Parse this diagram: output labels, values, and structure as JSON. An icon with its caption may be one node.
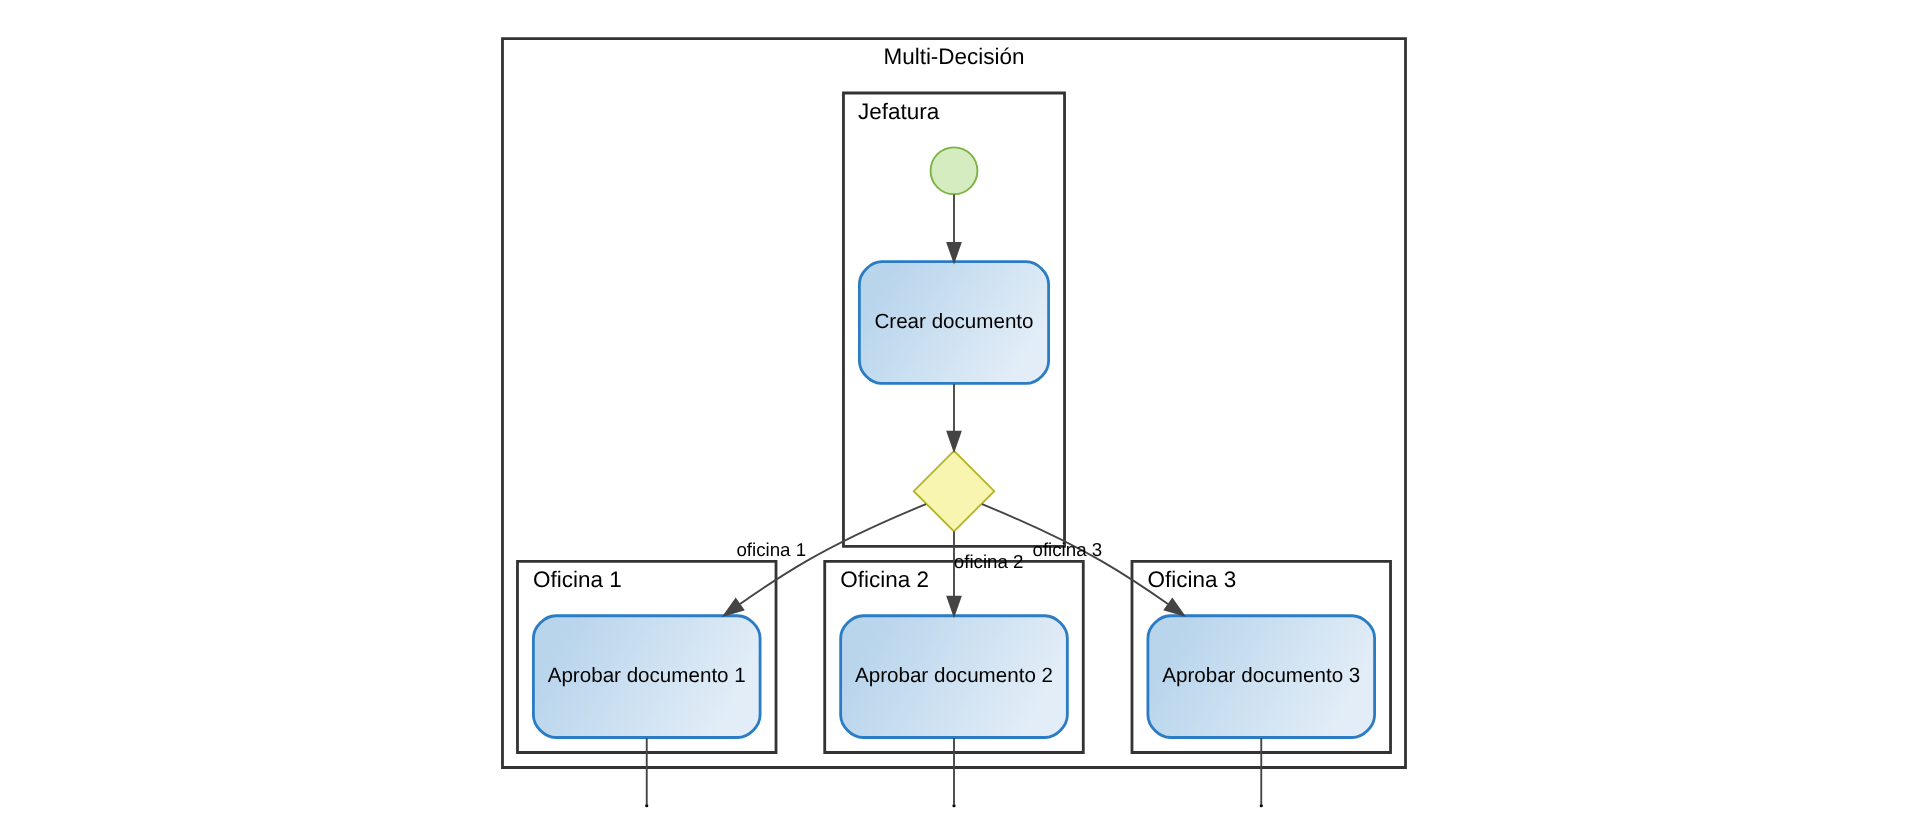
{
  "diagram": {
    "nodes": [
      {
        "text": [
          "Multi-Decisión"
        ]
      },
      {
        "text": [
          "Jefatura"
        ],
        "in": 0
      },
      {
        "text": [
          "Oficina 1"
        ],
        "in": 0
      },
      {
        "text": [
          "Oficina 2"
        ],
        "in": 0
      },
      {
        "text": [
          "Oficina 3"
        ],
        "in": 0
      },
      {
        "text": [],
        "shape": "circle",
        "in": 1
      },
      {
        "text": [
          "Crear documento"
        ],
        "in": 1
      },
      {
        "text": [],
        "shape": "diamond",
        "in": 1
      },
      {
        "text": [
          "Aprobar documento 1"
        ],
        "in": 2
      },
      {
        "text": [
          "Aprobar documento 2"
        ],
        "in": 3
      },
      {
        "text": [
          "Aprobar documento 3"
        ],
        "in": 4
      }
    ],
    "edges": [
      {
        "from": 5,
        "to": 6,
        "arrow": "to"
      },
      {
        "from": 6,
        "to": 7,
        "arrow": "to"
      },
      {
        "from": 7,
        "to": 8,
        "arrow": "to",
        "label": "oficina 1"
      },
      {
        "from": 7,
        "to": 9,
        "arrow": "to",
        "label": "oficina 2"
      },
      {
        "from": 7,
        "to": 10,
        "arrow": "to",
        "label": "oficina 3"
      },
      {
        "from": 8,
        "to": null,
        "arrow": "none"
      },
      {
        "from": 9,
        "to": null,
        "arrow": "none"
      },
      {
        "from": 10,
        "to": null,
        "arrow": "none"
      }
    ]
  }
}
